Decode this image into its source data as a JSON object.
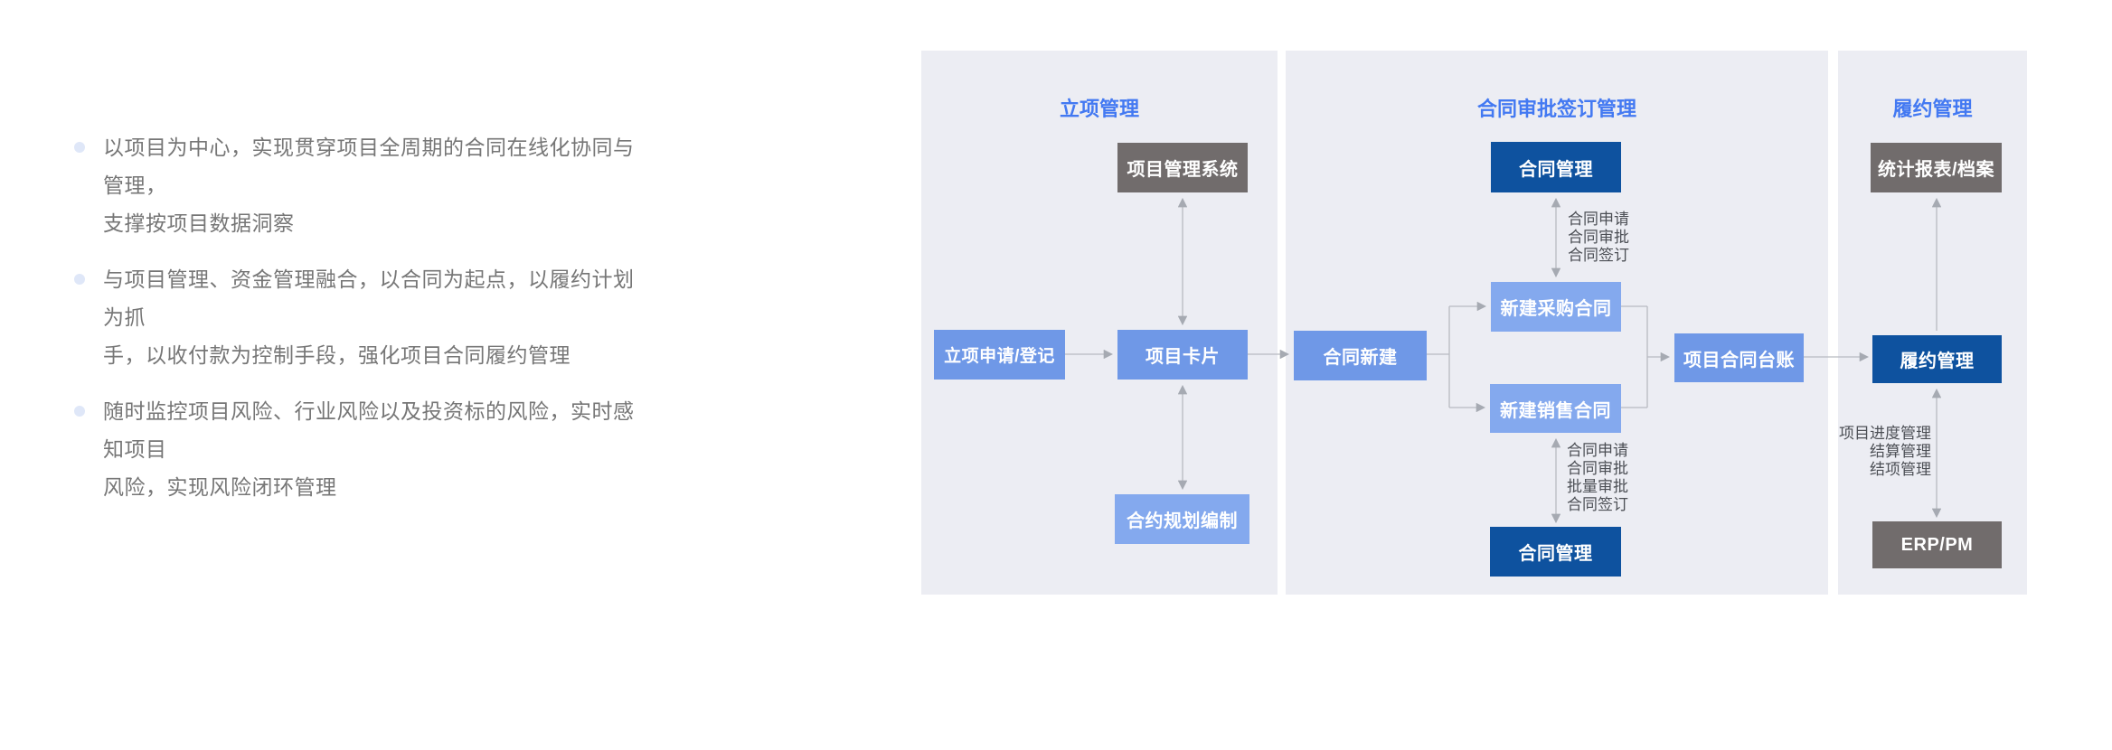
{
  "intro": {
    "bullets": [
      {
        "text": "以项目为中心，实现贯穿项目全周期的合同在线化协同与管理，\n支撑按项目数据洞察"
      },
      {
        "text": "与项目管理、资金管理融合，以合同为起点，以履约计划为抓\n手，以收付款为控制手段，强化项目合同履约管理"
      },
      {
        "text": "随时监控项目风险、行业风险以及投资标的风险，实时感知项目\n风险，实现风险闭环管理"
      }
    ]
  },
  "diagram": {
    "panels": [
      {
        "title": "立项管理"
      },
      {
        "title": "合同审批签订管理"
      },
      {
        "title": "履约管理"
      }
    ],
    "boxes": {
      "pm_system": {
        "label": "项目管理系统"
      },
      "lixiang_apply": {
        "label": "立项申请/登记"
      },
      "project_card": {
        "label": "项目卡片"
      },
      "heyue_planning": {
        "label": "合约规划编制"
      },
      "contract_mgmt_top": {
        "label": "合同管理"
      },
      "contract_new": {
        "label": "合同新建"
      },
      "new_purchase": {
        "label": "新建采购合同"
      },
      "new_sales": {
        "label": "新建销售合同"
      },
      "contract_mgmt_bottom": {
        "label": "合同管理"
      },
      "contract_ledger": {
        "label": "项目合同台账"
      },
      "stats_archive": {
        "label": "统计报表/档案"
      },
      "performance_mgmt": {
        "label": "履约管理"
      },
      "erp_pm": {
        "label": "ERP/PM"
      }
    },
    "connector_labels": {
      "contract_top_flow": "合同申请\n合同审批\n合同签订",
      "contract_bottom_flow": "合同申请\n合同审批\n批量审批\n合同签订",
      "performance_flow": "项目进度管理\n结算管理\n结项管理"
    },
    "colors": {
      "panel_bg": "#ecedf3",
      "header_blue": "#4379f2",
      "navy_box": "#0e529f",
      "blue_box": "#6f98e7",
      "light_blue_box": "#84a9ee",
      "gray_box": "#716c6c",
      "connector_gray": "#b7bac1",
      "bullet_text": "#767676"
    }
  }
}
